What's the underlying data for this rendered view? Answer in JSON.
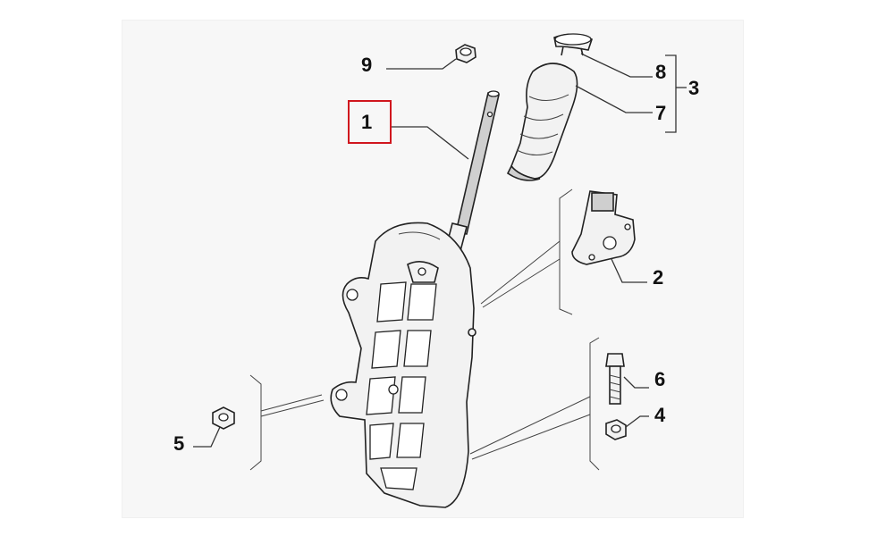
{
  "callouts": {
    "c1": "1",
    "c2": "2",
    "c3": "3",
    "c4": "4",
    "c5": "5",
    "c6": "6",
    "c7": "7",
    "c8": "8",
    "c9": "9"
  },
  "highlight": {
    "color": "#d0161e",
    "callout": "1"
  }
}
